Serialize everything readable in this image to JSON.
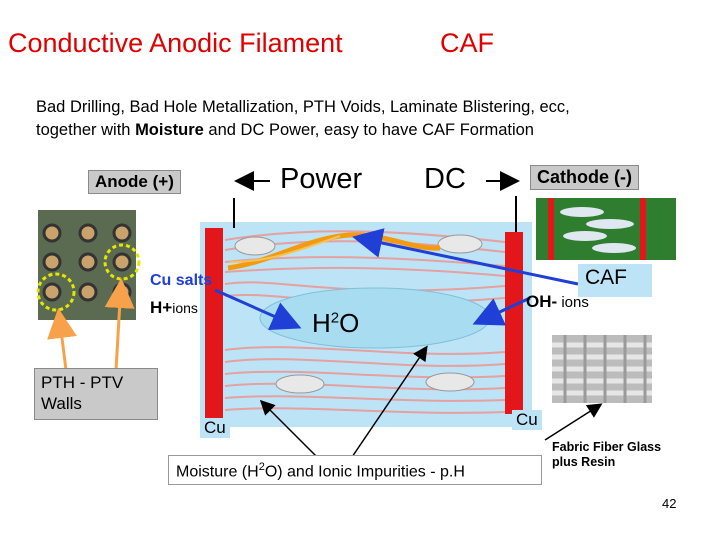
{
  "title": {
    "part1": "Conductive Anodic Filament",
    "part2": "CAF"
  },
  "subtitle": {
    "line1": "Bad Drilling, Bad Hole Metallization, PTH Voids, Laminate Blistering, ecc,",
    "line2_start": "together with ",
    "line2_bold": "Moisture",
    "line2_end": " and DC Power, easy to have CAF  Formation"
  },
  "labels": {
    "anode": "Anode (+)",
    "power": "Power",
    "dc": "DC",
    "cathode": "Cathode (-)",
    "cu_salts": "Cu salts",
    "h_plus": "H+",
    "h_plus_ions": "ions",
    "water_main": "H",
    "water_sub": "2",
    "water_end": "O",
    "caf": "CAF",
    "oh": "OH-",
    "oh_ions": " ions",
    "pth_line1": "PTH  - PTV",
    "pth_line2": "Walls",
    "cu_left": "Cu",
    "cu_right": "Cu",
    "fabric_line1": "Fabric Fiber Glass",
    "fabric_line2": "plus Resin",
    "moisture_a": "Moisture  (H",
    "moisture_sub": "2",
    "moisture_b": "O) and Ionic Impurities - p.H",
    "page_number": "42"
  },
  "colors": {
    "title": "#e00000",
    "copper_wall": "#e3161a",
    "board_bg": "#bde4f6",
    "arrow_blue": "#1f3fd6",
    "filament": "#f39a10",
    "pth_arrow": "#f7a24a",
    "callout_line": "#000000",
    "resin_fiber": "#e5a0a0"
  },
  "icons": {
    "left_arrow": "arrow-left-icon",
    "right_arrow": "arrow-right-icon"
  }
}
